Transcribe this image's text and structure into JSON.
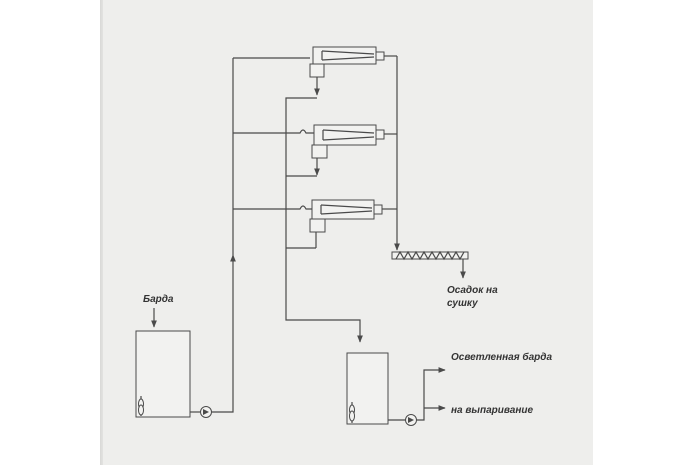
{
  "labels": {
    "feed": "Барда",
    "sediment_line1": "Осадок на",
    "sediment_line2": "сушку",
    "clarified": "Осветленная барда",
    "evaporation": "на выпаривание"
  },
  "colors": {
    "paper": "#eeeeec",
    "line": "#4a4a4a",
    "text": "#333333"
  },
  "icons": {
    "pump": "pump-icon",
    "stirrer": "stirrer-icon",
    "centrifuge": "decanter-centrifuge-icon",
    "screw_conveyor": "screw-conveyor-icon"
  }
}
